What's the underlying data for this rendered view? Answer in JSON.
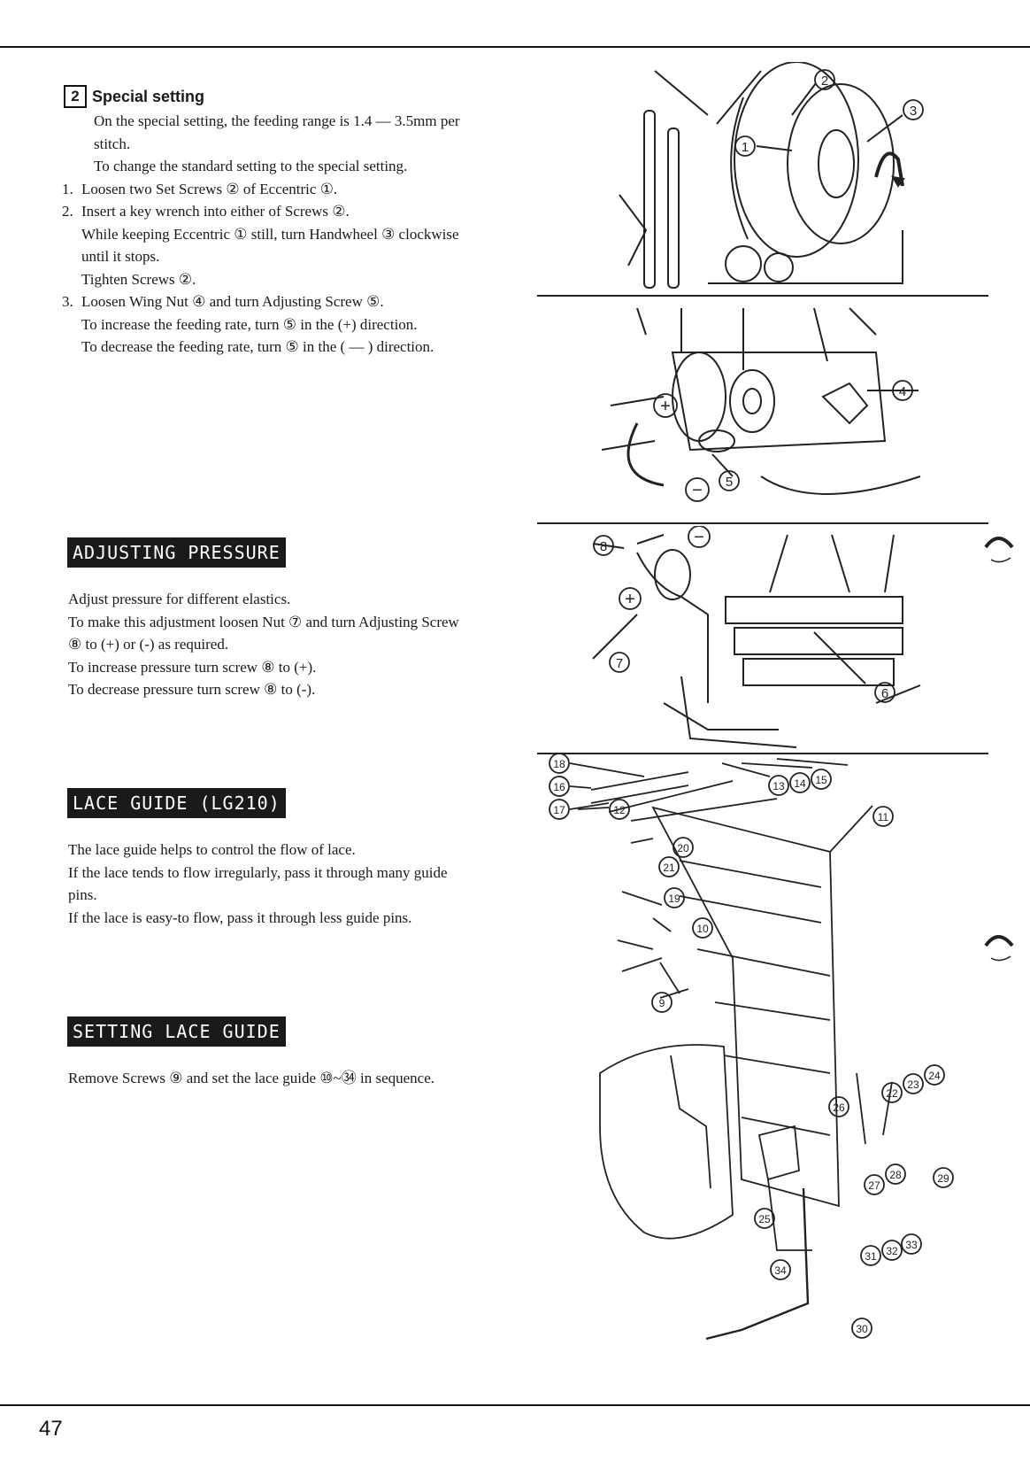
{
  "special": {
    "num": "2",
    "title": "Special setting",
    "intro1": "On the special setting, the feeding range is 1.4 — 3.5mm per",
    "intro2": "stitch.",
    "intro3": "To change the standard setting to the special setting.",
    "s1n": "1.",
    "s1": "Loosen two Set Screws ② of Eccentric ①.",
    "s2n": "2.",
    "s2a": "Insert a key wrench into either of Screws ②.",
    "s2b": "While keeping Eccentric ① still, turn Handwheel ③ clockwise",
    "s2c": "until it stops.",
    "s2d": "Tighten Screws ②.",
    "s3n": "3.",
    "s3a": "Loosen Wing Nut ④ and turn Adjusting Screw ⑤.",
    "s3b": "To increase the feeding rate, turn ⑤ in the (+) direction.",
    "s3c": "To decrease the feeding rate, turn ⑤ in the ( — ) direction."
  },
  "pressure": {
    "title": "ADJUSTING PRESSURE",
    "l1": "Adjust pressure for different elastics.",
    "l2": "To make this adjustment loosen Nut ⑦ and turn Adjusting Screw",
    "l3": "⑧ to (+) or (-) as required.",
    "l4": "To increase pressure turn screw ⑧ to (+).",
    "l5": "To decrease pressure turn screw ⑧ to (-)."
  },
  "lace": {
    "title": "LACE GUIDE (LG210)",
    "l1": "The lace guide helps to control the flow of lace.",
    "l2": "If the lace tends to flow irregularly, pass it through many guide",
    "l3": "pins.",
    "l4": "If the lace is easy-to flow, pass it through less guide pins."
  },
  "setting": {
    "title": "SETTING LACE GUIDE",
    "l1": "Remove Screws ⑨ and set the lace guide ⑩~㉞ in sequence."
  },
  "fig1": {
    "c1": "1",
    "c2": "2",
    "c3": "3"
  },
  "fig2": {
    "c4": "4",
    "c5": "5",
    "plus": "+",
    "minus": "−"
  },
  "fig3": {
    "c6": "6",
    "c7": "7",
    "c8": "8",
    "plus": "+",
    "minus": "−"
  },
  "fig4": {
    "c9": "9",
    "c10": "10",
    "c11": "11",
    "c12": "12",
    "c13": "13",
    "c14": "14",
    "c15": "15",
    "c16": "16",
    "c17": "17",
    "c18": "18",
    "c19": "19",
    "c20": "20",
    "c21": "21",
    "c22": "22",
    "c23": "23",
    "c24": "24",
    "c25": "25",
    "c26": "26",
    "c27": "27",
    "c28": "28",
    "c29": "29",
    "c30": "30",
    "c31": "31",
    "c32": "32",
    "c33": "33",
    "c34": "34"
  },
  "page_number": "47"
}
